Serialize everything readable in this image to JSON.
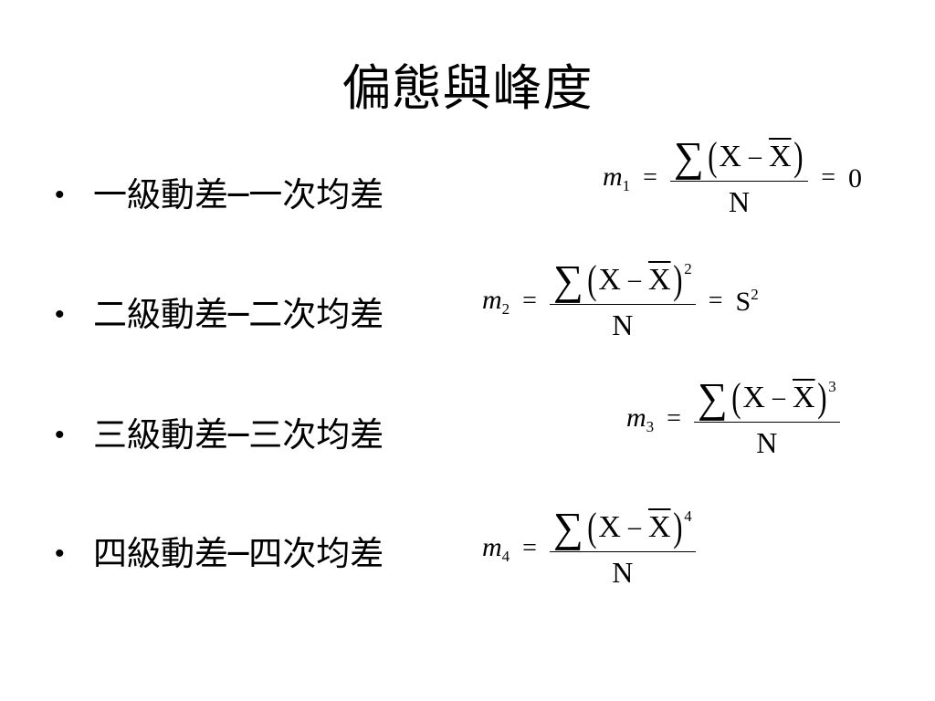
{
  "title": "偏態與峰度",
  "bullets": [
    {
      "text": "一級動差─一次均差"
    },
    {
      "text": "二級動差─二次均差"
    },
    {
      "text": "三級動差─三次均差"
    },
    {
      "text": "四級動差─四次均差"
    }
  ],
  "bullet_symbol": "•",
  "equations": [
    {
      "m": "m",
      "sub": "1",
      "eq": "=",
      "sigma": "∑",
      "lparen": "(",
      "x": "X",
      "minus": "–",
      "xbar": "X",
      "rparen": ")",
      "exp": "",
      "den": "N",
      "rhs_eq": "=",
      "rhs": "0",
      "rhs_sup": ""
    },
    {
      "m": "m",
      "sub": "2",
      "eq": "=",
      "sigma": "∑",
      "lparen": "(",
      "x": "X",
      "minus": "–",
      "xbar": "X",
      "rparen": ")",
      "exp": "2",
      "den": "N",
      "rhs_eq": "=",
      "rhs": "S",
      "rhs_sup": "2"
    },
    {
      "m": "m",
      "sub": "3",
      "eq": "=",
      "sigma": "∑",
      "lparen": "(",
      "x": "X",
      "minus": "–",
      "xbar": "X",
      "rparen": ")",
      "exp": "3",
      "den": "N",
      "rhs_eq": "",
      "rhs": "",
      "rhs_sup": ""
    },
    {
      "m": "m",
      "sub": "4",
      "eq": "=",
      "sigma": "∑",
      "lparen": "(",
      "x": "X",
      "minus": "–",
      "xbar": "X",
      "rparen": ")",
      "exp": "4",
      "den": "N",
      "rhs_eq": "",
      "rhs": "",
      "rhs_sup": ""
    }
  ]
}
